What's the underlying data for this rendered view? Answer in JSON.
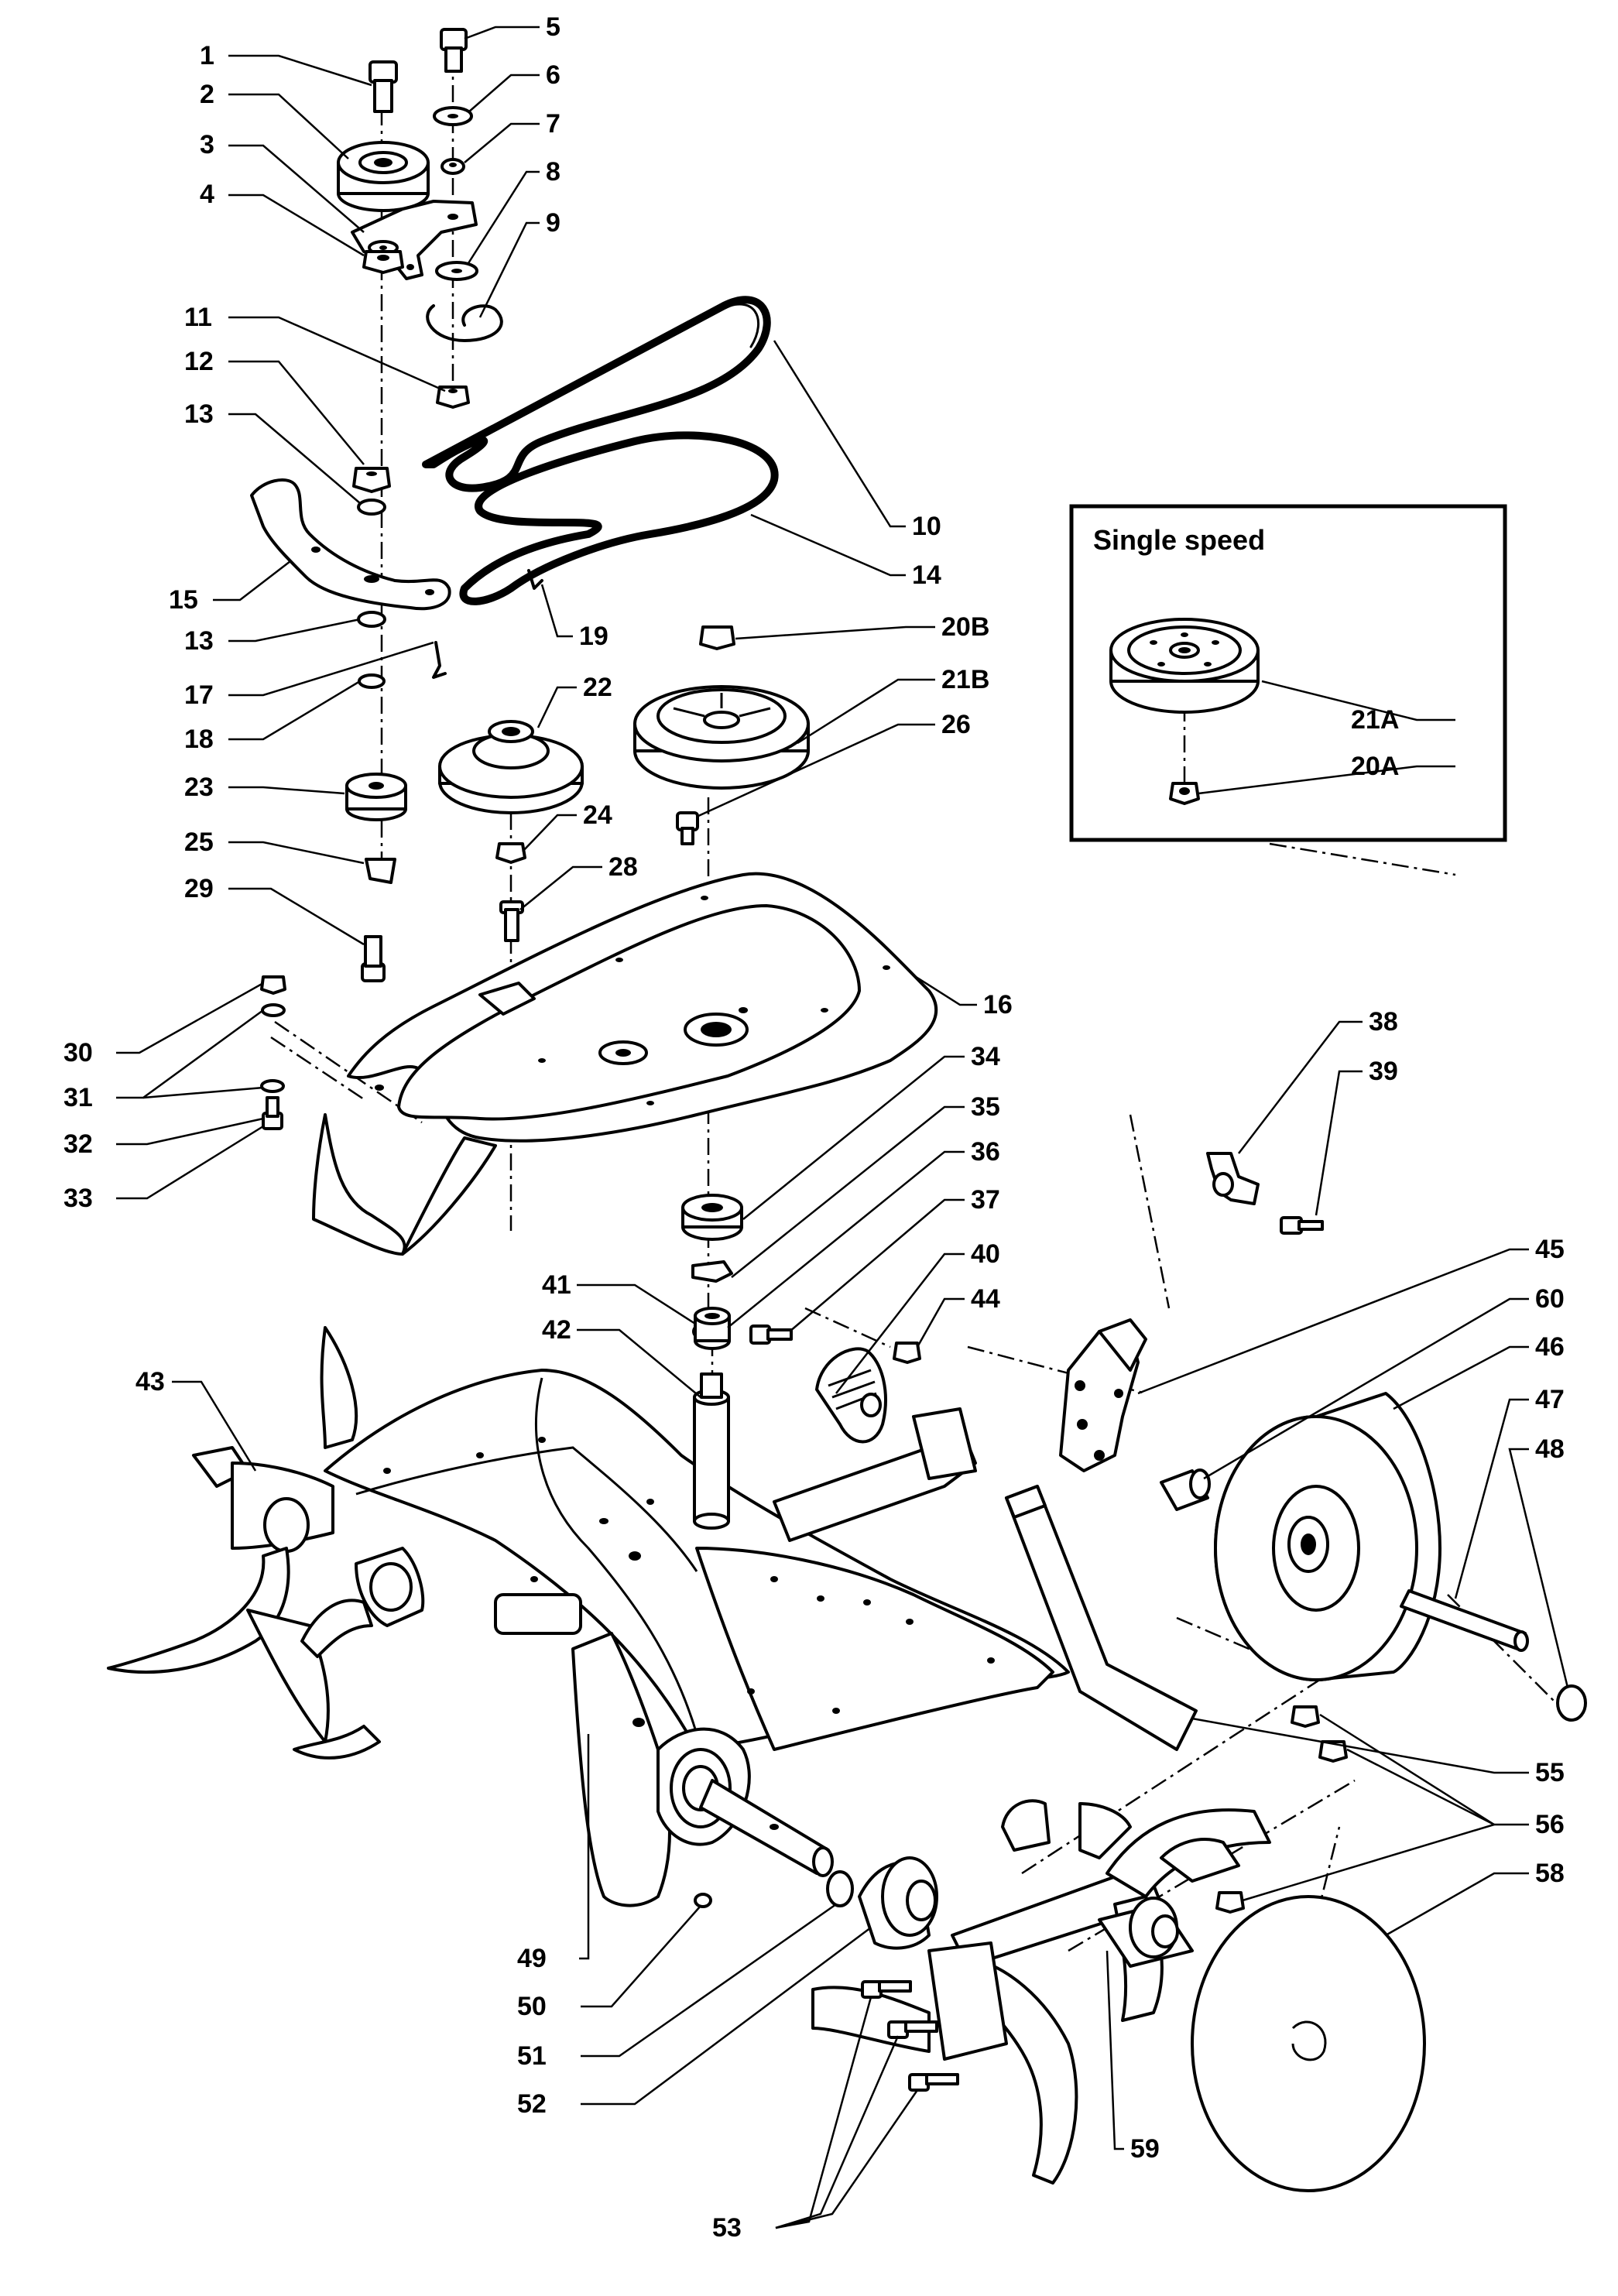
{
  "inset": {
    "title": "Single speed"
  },
  "callouts": {
    "c1": "1",
    "c2": "2",
    "c3": "3",
    "c4": "4",
    "c5": "5",
    "c6": "6",
    "c7": "7",
    "c8": "8",
    "c9": "9",
    "c10": "10",
    "c11": "11",
    "c12": "12",
    "c13a": "13",
    "c13b": "13",
    "c14": "14",
    "c15": "15",
    "c16": "16",
    "c17": "17",
    "c18": "18",
    "c19": "19",
    "c20A": "20A",
    "c20B": "20B",
    "c21A": "21A",
    "c21B": "21B",
    "c22": "22",
    "c23": "23",
    "c24": "24",
    "c25": "25",
    "c26": "26",
    "c28": "28",
    "c29": "29",
    "c30": "30",
    "c31": "31",
    "c32": "32",
    "c33": "33",
    "c34": "34",
    "c35": "35",
    "c36": "36",
    "c37": "37",
    "c38": "38",
    "c39": "39",
    "c40": "40",
    "c41": "41",
    "c42": "42",
    "c43": "43",
    "c44": "44",
    "c45": "45",
    "c46": "46",
    "c47": "47",
    "c48": "48",
    "c49": "49",
    "c50": "50",
    "c51": "51",
    "c52": "52",
    "c53": "53",
    "c55": "55",
    "c56": "56",
    "c58": "58",
    "c59": "59",
    "c60": "60"
  }
}
